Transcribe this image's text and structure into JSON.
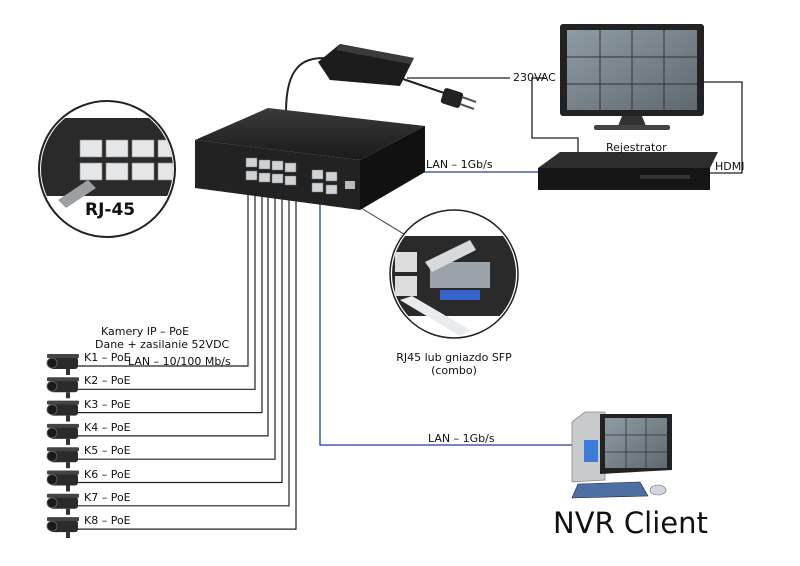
{
  "labels": {
    "rj45_badge": "RJ-45",
    "power": "230VAC",
    "recorder": "Rejestrator",
    "hdmi": "HDMI",
    "lan_uplink_top": "LAN – 1Gb/s",
    "lan_uplink_bottom": "LAN – 1Gb/s",
    "cameras_title": "Kamery IP – PoE",
    "cameras_sub": "Dane + zasilanie 52VDC",
    "lan_cameras": "LAN – 10/100 Mb/s",
    "sfp_caption_1": "RJ45 lub gniazdo SFP",
    "sfp_caption_2": "(combo)",
    "nvr_client": "NVR Client"
  },
  "cameras": [
    "K1 – PoE",
    "K2 – PoE",
    "K3 – PoE",
    "K4 – PoE",
    "K5 – PoE",
    "K6 – PoE",
    "K7 – PoE",
    "K8 – PoE"
  ],
  "colors": {
    "uplink_line": "#1f3fa0",
    "cable_line": "#222222",
    "device_dark": "#1c1c1c"
  }
}
